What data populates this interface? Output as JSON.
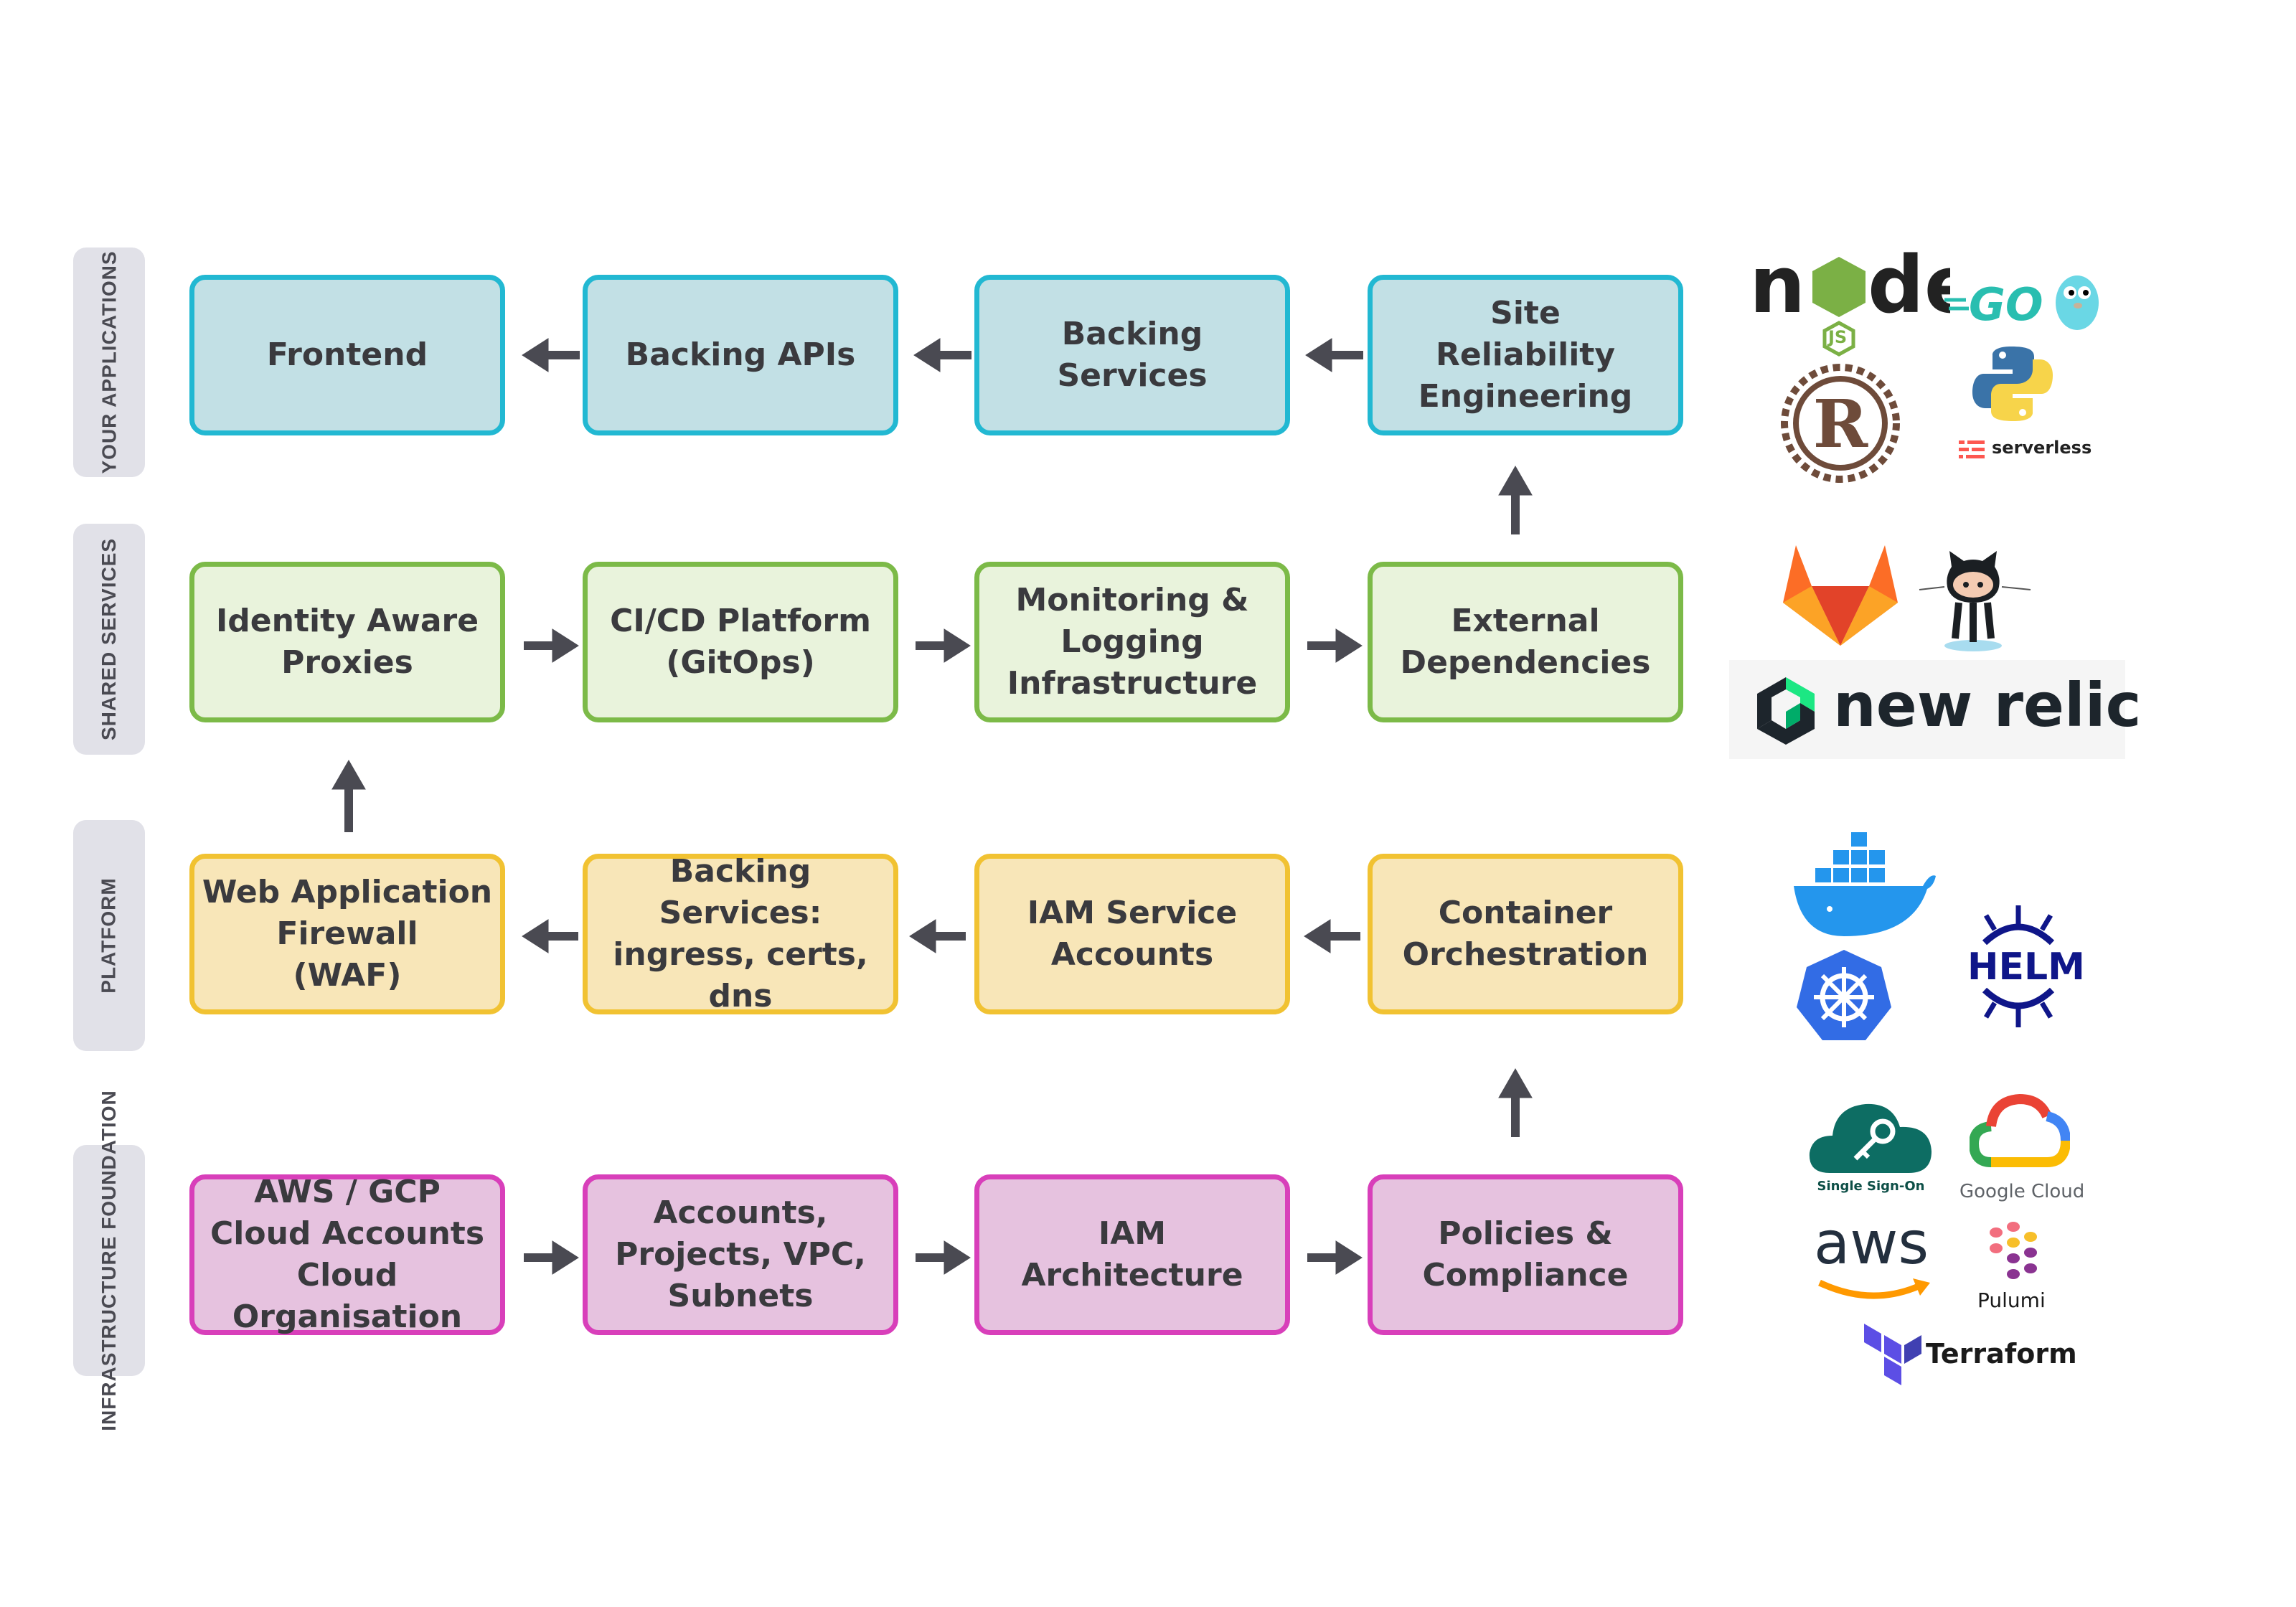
{
  "layers": [
    {
      "label": "YOUR\nAPPLICATIONS"
    },
    {
      "label": "SHARED\nSERVICES"
    },
    {
      "label": "PLATFORM"
    },
    {
      "label": "INFRASTRUCTURE\nFOUNDATION"
    }
  ],
  "rows": [
    {
      "boxes": [
        "Frontend",
        "Backing APIs",
        "Backing\nServices",
        "Site\nReliability\nEngineering"
      ],
      "border": "#22b8d2",
      "fill": "#c2e0e5"
    },
    {
      "boxes": [
        "Identity Aware\nProxies",
        "CI/CD Platform\n(GitOps)",
        "Monitoring &\nLogging\nInfrastructure",
        "External\nDependencies"
      ],
      "border": "#7cba48",
      "fill": "#e9f3dc"
    },
    {
      "boxes": [
        "Web Application\nFirewall\n(WAF)",
        "Backing Services:\ningress, certs, dns",
        "IAM Service\nAccounts",
        "Container\nOrchestration"
      ],
      "border": "#f1c232",
      "fill": "#f8e6b8"
    },
    {
      "boxes": [
        "AWS / GCP\nCloud Accounts\nCloud Organisation",
        "Accounts,\nProjects, VPC,\nSubnets",
        "IAM\nArchitecture",
        "Policies &\nCompliance"
      ],
      "border": "#d83fba",
      "fill": "#e6c2df"
    }
  ],
  "logos": {
    "node": "node",
    "node_js": "JS",
    "go": "GO",
    "rust": "R",
    "serverless": "serverless",
    "new_relic": "new relic",
    "helm": "HELM",
    "single_sign_on": "Single Sign-On",
    "google_cloud": "Google Cloud",
    "aws": "aws",
    "pulumi": "Pulumi",
    "terraform": "Terraform"
  },
  "colors": {
    "arrow": "#4a4a52",
    "label_bg": "#e1e1e8"
  }
}
